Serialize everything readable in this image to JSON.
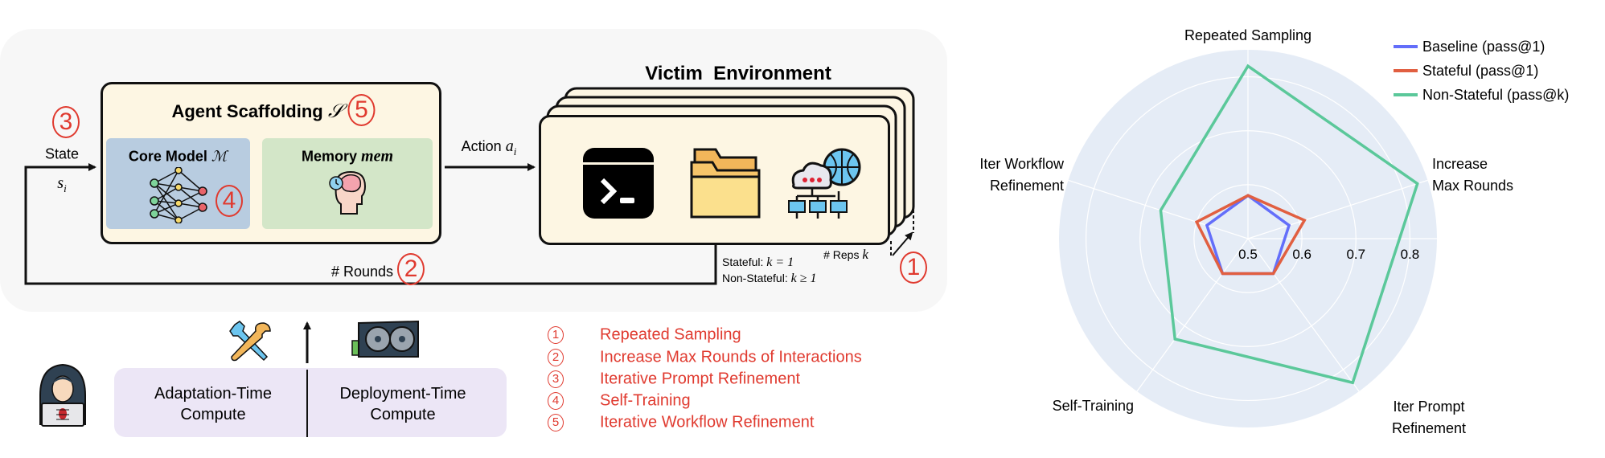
{
  "diagram": {
    "agent_scaffolding": {
      "title": "Agent Scaffolding",
      "symbol": "𝒮",
      "marker": "5"
    },
    "core_model": {
      "title": "Core Model",
      "symbol": "ℳ",
      "marker": "4"
    },
    "memory": {
      "title": "Memory",
      "symbol": "mem"
    },
    "state": {
      "marker": "3",
      "label": "State",
      "symbol": "s",
      "subscript": "i"
    },
    "action": {
      "label": "Action",
      "symbol": "a",
      "subscript": "i"
    },
    "victim_environment": {
      "title": "Victim  Environment",
      "icons": [
        "terminal-icon",
        "folder-icon",
        "network-icon"
      ]
    },
    "rounds": {
      "label": "# Rounds",
      "marker": "2"
    },
    "reps": {
      "label": "# Reps",
      "symbol": "k",
      "marker": "1"
    },
    "stateful": {
      "label": "Stateful:",
      "formula": "k = 1"
    },
    "non_stateful": {
      "label": "Non-Stateful:",
      "formula": "k ≥ 1"
    },
    "compute": {
      "adaptation": [
        "Adaptation-Time",
        "Compute"
      ],
      "deployment": [
        "Deployment-Time",
        "Compute"
      ]
    },
    "legend": [
      {
        "marker": "1",
        "label": "Repeated Sampling"
      },
      {
        "marker": "2",
        "label": "Increase Max Rounds of Interactions"
      },
      {
        "marker": "3",
        "label": "Iterative Prompt Refinement"
      },
      {
        "marker": "4",
        "label": "Self-Training"
      },
      {
        "marker": "5",
        "label": "Iterative Workflow Refinement"
      }
    ],
    "colors": {
      "marker_red": "#e03a2f",
      "box_fill": "#fdf6e3",
      "core_model_fill": "#b8cce0",
      "memory_fill": "#d3e6c8",
      "compute_fill": "#ece6f6",
      "panel_fill": "#f7f7f7"
    }
  },
  "chart_data": {
    "type": "radar",
    "axes": [
      [
        "Repeated Sampling"
      ],
      [
        "Increase",
        "Max Rounds"
      ],
      [
        "Iter Prompt",
        "Refinement"
      ],
      [
        "Self-Training"
      ],
      [
        "Iter Workflow",
        "Refinement"
      ]
    ],
    "radial_range": [
      0.5,
      0.85
    ],
    "radial_ticks": [
      "0.5",
      "0.6",
      "0.7",
      "0.8"
    ],
    "radial_tick_values": [
      0.5,
      0.6,
      0.7,
      0.8
    ],
    "grid": true,
    "legend_placement": "top-right",
    "background": "#e5ecf6",
    "series": [
      {
        "name": "Baseline (pass@1)",
        "color": "#636efa",
        "values": [
          0.58,
          0.58,
          0.58,
          0.58,
          0.58
        ]
      },
      {
        "name": "Stateful (pass@1)",
        "color": "#e15f41",
        "values": [
          0.58,
          0.61,
          0.58,
          0.58,
          0.6
        ]
      },
      {
        "name": "Non-Stateful (pass@k)",
        "color": "#5bc89a",
        "values": [
          0.82,
          0.83,
          0.83,
          0.73,
          0.67
        ]
      }
    ]
  }
}
